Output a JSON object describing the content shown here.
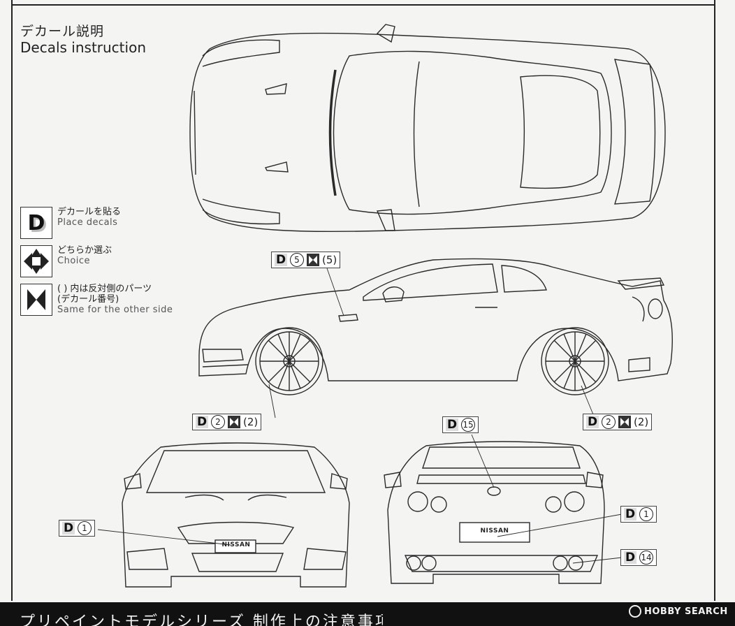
{
  "title": {
    "jp": "デカール説明",
    "en": "Decals instruction"
  },
  "legend": [
    {
      "symbol": "D",
      "jp": "デカールを貼る",
      "en": "Place decals"
    },
    {
      "symbol": "choice",
      "jp": "どちらか選ぶ",
      "en": "Choice"
    },
    {
      "symbol": "mirror",
      "jp1": "( ) 内は反対側のパーツ",
      "jp2": "(デカール番号)",
      "en": "Same for the other side"
    }
  ],
  "callouts": {
    "side_mirror_vent": {
      "d": "D",
      "num": "5",
      "other": "(5)"
    },
    "front_wheel": {
      "d": "D",
      "num": "2",
      "other": "(2)"
    },
    "rear_wheel": {
      "d": "D",
      "num": "2",
      "other": "(2)"
    },
    "rear_emblem": {
      "d": "D",
      "num": "15"
    },
    "front_emblem": {
      "d": "D",
      "num": "1"
    },
    "rear_plate": {
      "d": "D",
      "num": "1"
    },
    "rear_exhaust": {
      "d": "D",
      "num": "14"
    }
  },
  "plates": {
    "front": "NISSAN",
    "rear": "NISSAN"
  },
  "bottom_band": "プリペイントモデルシリーズ 制作上の注意事項",
  "watermark": "HOBBY SEARCH"
}
